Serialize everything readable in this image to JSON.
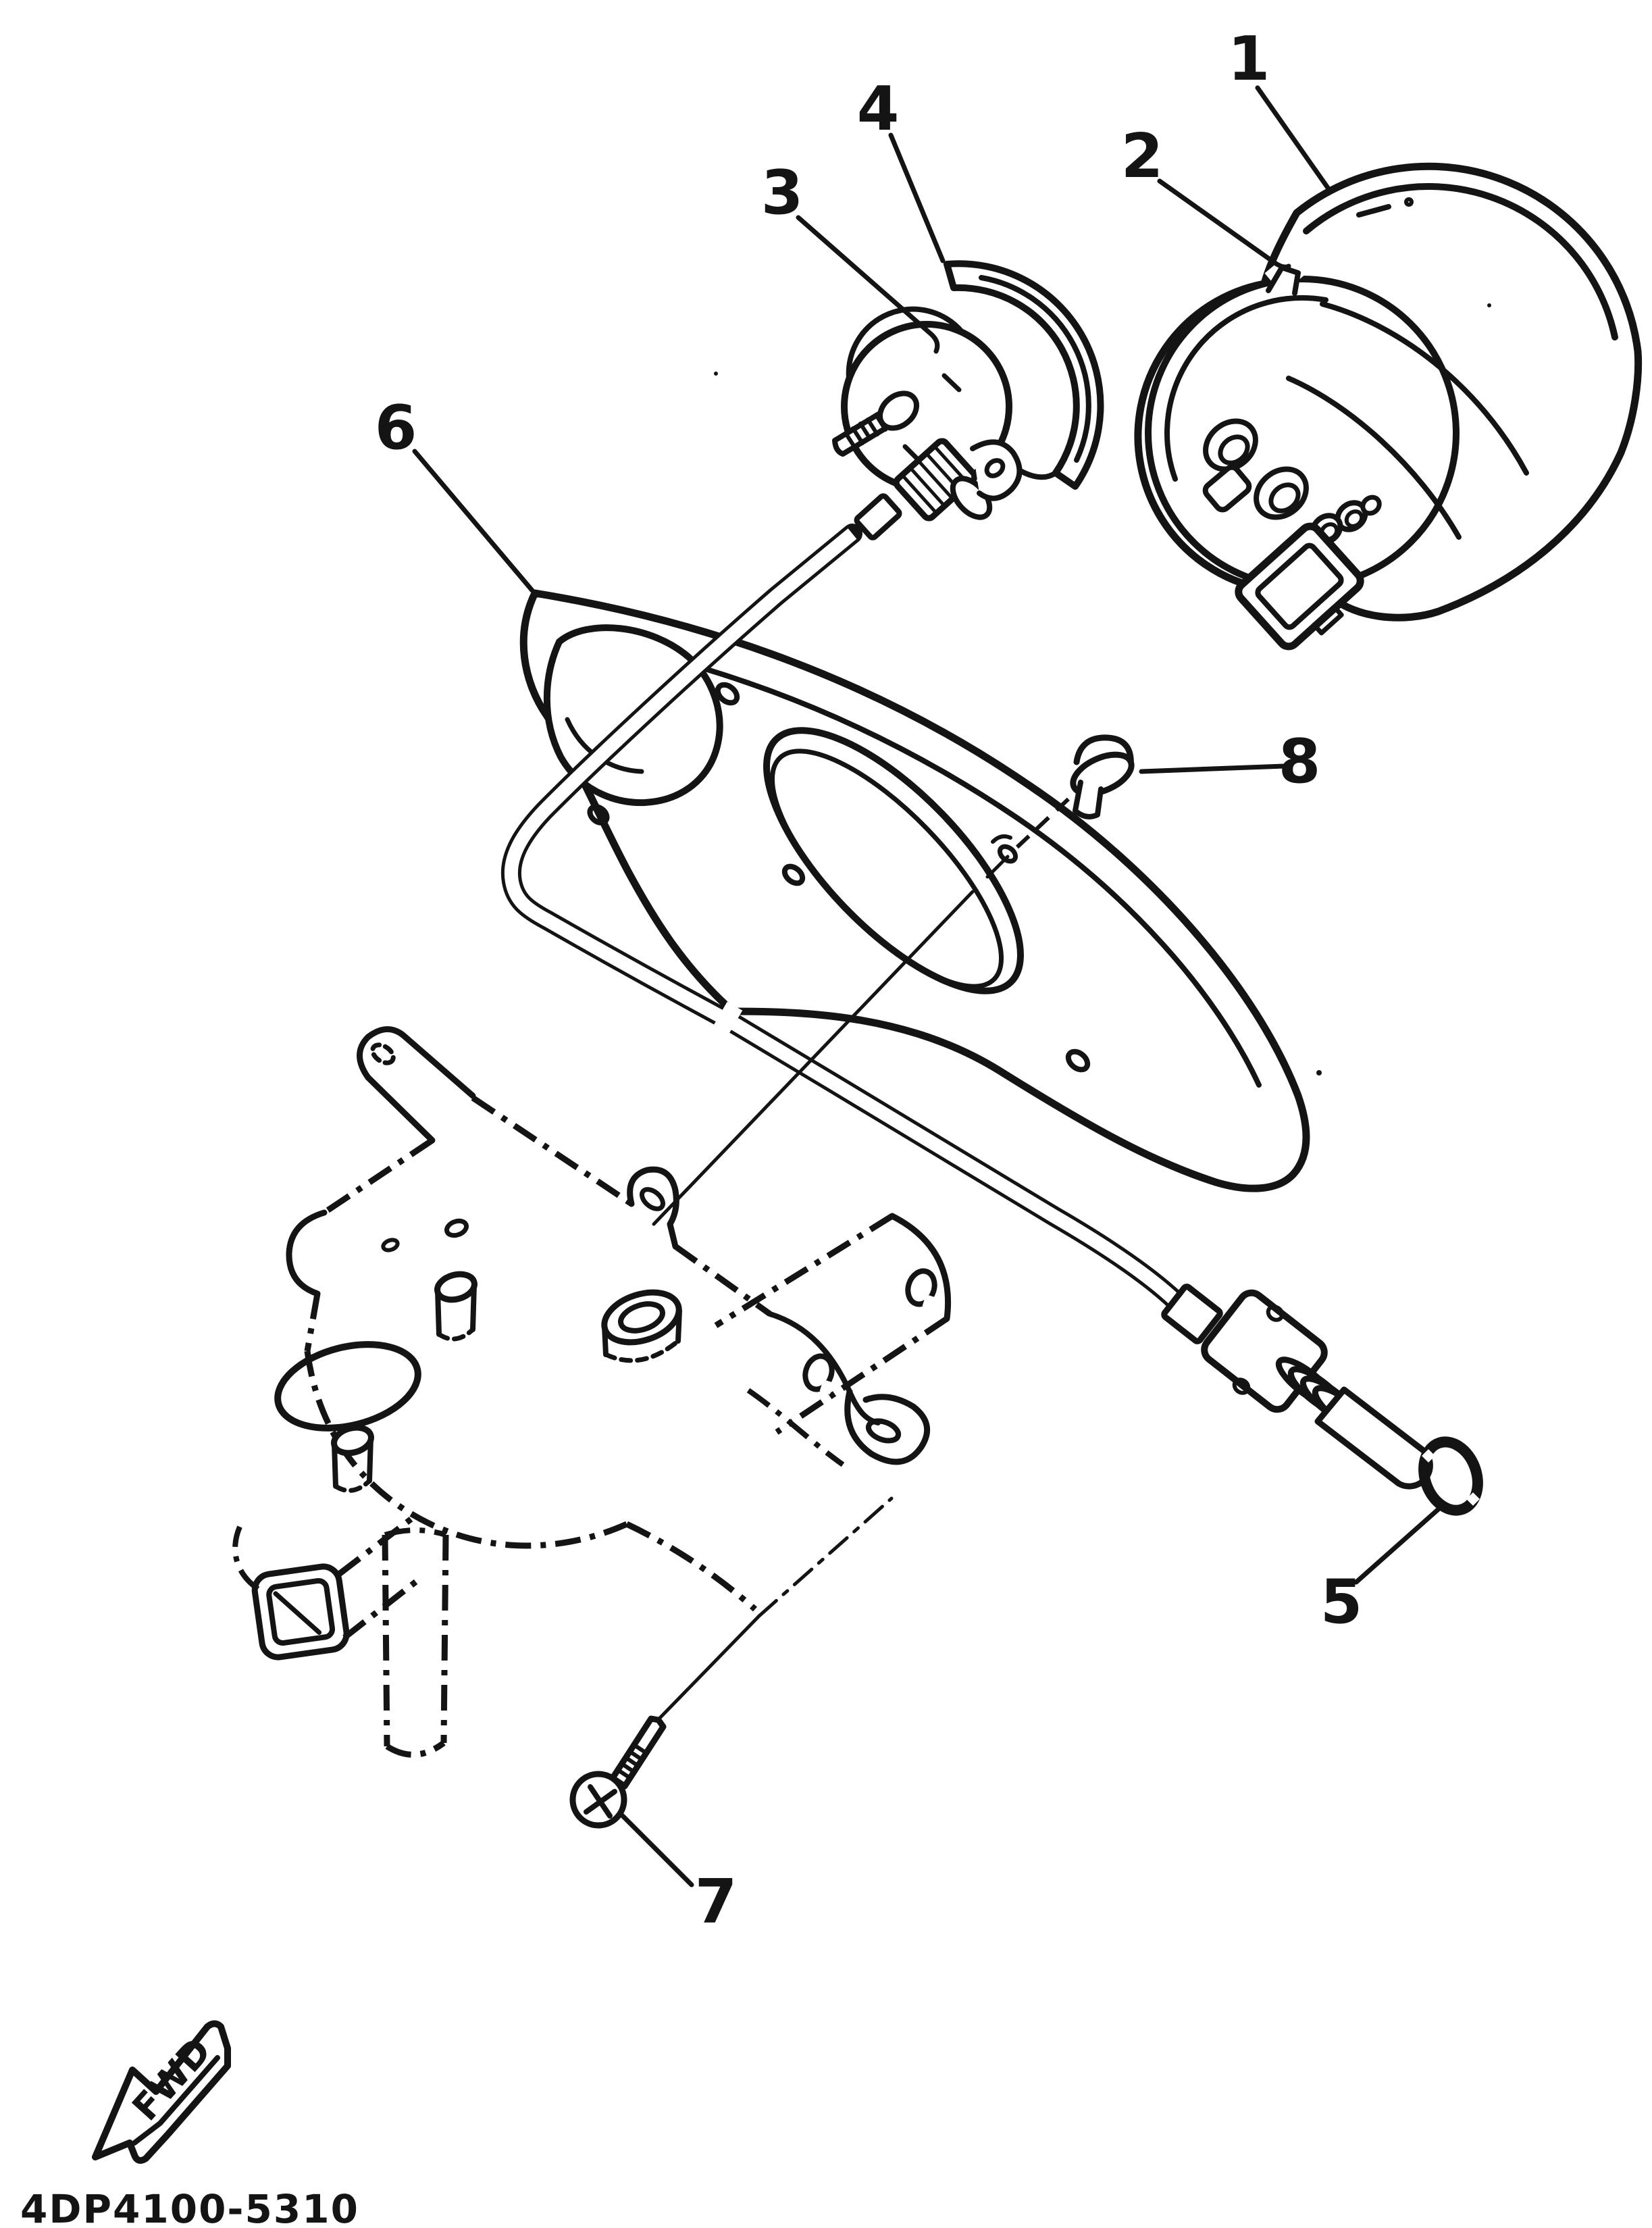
{
  "diagram": {
    "callouts": [
      {
        "label": "1"
      },
      {
        "label": "2"
      },
      {
        "label": "3"
      },
      {
        "label": "4"
      },
      {
        "label": "5"
      },
      {
        "label": "6"
      },
      {
        "label": "7"
      },
      {
        "label": "8"
      }
    ],
    "footer": {
      "code": "4DP4100-5310"
    },
    "fwd_arrow": {
      "label": "FWD"
    },
    "colors": {
      "ink": "#141414",
      "paper": "#ffffff"
    }
  }
}
